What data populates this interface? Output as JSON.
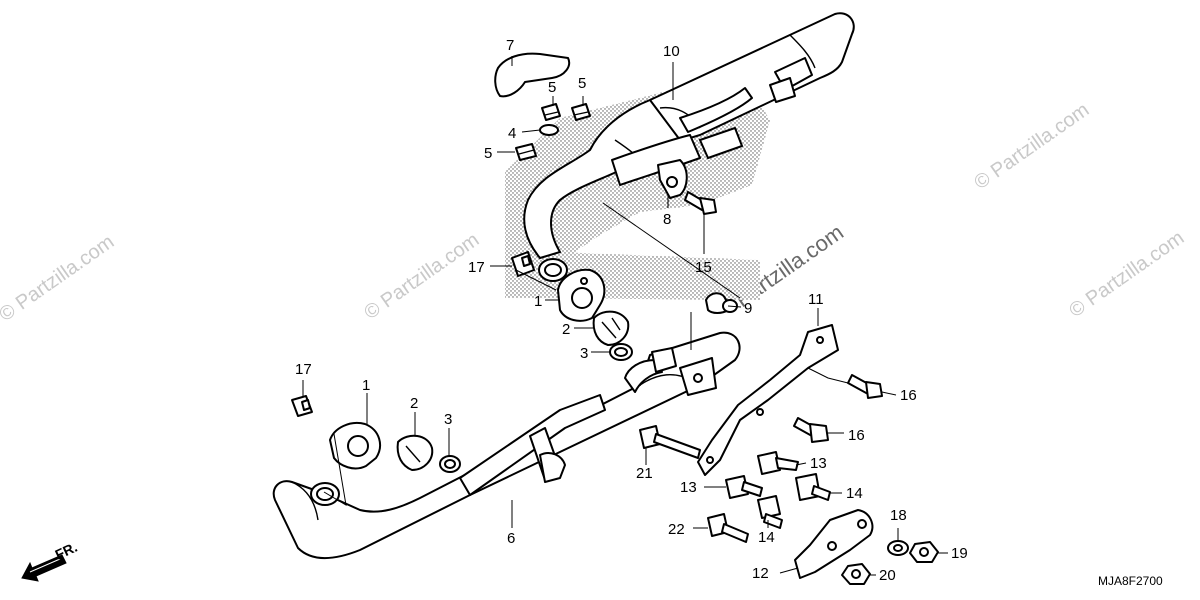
{
  "diagram": {
    "code": "MJA8F2700",
    "front_marker": "FR.",
    "watermark_center": "Partzilla.com",
    "watermark_left": "© Partzilla.com",
    "watermark_mid_left": "© Partzilla.com",
    "watermark_mid_right": "© Partzilla.com",
    "watermark_right": "© Partzilla.com",
    "callouts": {
      "c1": "7",
      "c2": "10",
      "c3": "5",
      "c4": "5",
      "c5": "4",
      "c6": "5",
      "c7": "8",
      "c8": "15",
      "c9": "17",
      "c10": "1",
      "c11": "2",
      "c12": "3",
      "c13": "9",
      "c14": "11",
      "c15": "16",
      "c16": "16",
      "c17": "17",
      "c18": "1",
      "c19": "2",
      "c20": "3",
      "c21": "21",
      "c22": "13",
      "c23": "13",
      "c24": "14",
      "c25": "6",
      "c26": "22",
      "c27": "14",
      "c28": "18",
      "c29": "19",
      "c30": "12",
      "c31": "20"
    }
  }
}
